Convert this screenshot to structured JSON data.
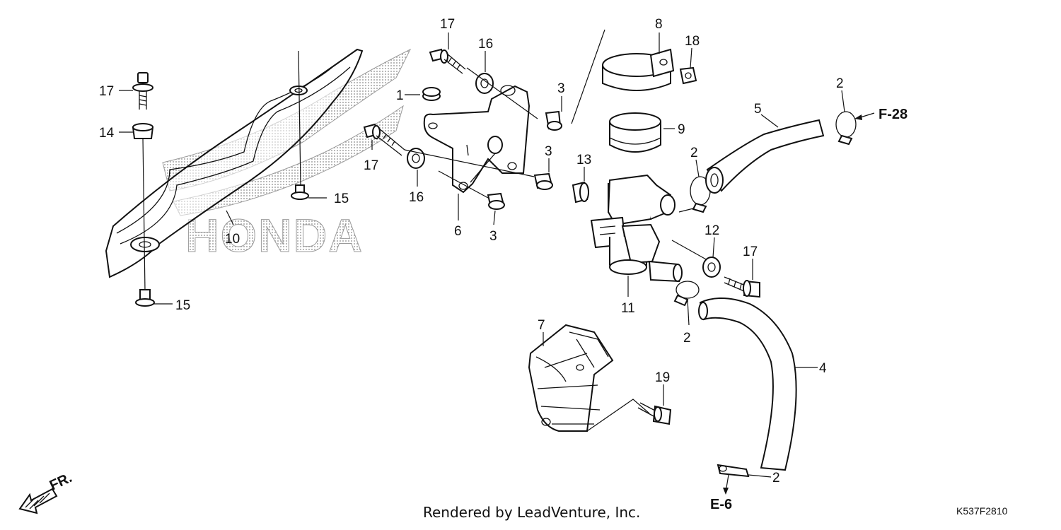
{
  "diagram": {
    "watermark": "HONDA",
    "credit": "Rendered by LeadVenture, Inc.",
    "diagram_code": "K537F2810",
    "direction_label": "FR.",
    "refs": {
      "f28": "F-28",
      "e6": "E-6"
    },
    "callouts": {
      "c1": "1",
      "c2a": "2",
      "c2b": "2",
      "c2c": "2",
      "c2d": "2",
      "c3a": "3",
      "c3b": "3",
      "c3c": "3",
      "c4": "4",
      "c5": "5",
      "c6": "6",
      "c7": "7",
      "c8": "8",
      "c9": "9",
      "c10": "10",
      "c11": "11",
      "c12": "12",
      "c13": "13",
      "c14": "14",
      "c15a": "15",
      "c15b": "15",
      "c16a": "16",
      "c16b": "16",
      "c17a": "17",
      "c17b": "17",
      "c17c": "17",
      "c17d": "17",
      "c18": "18",
      "c19": "19"
    }
  },
  "colors": {
    "line": "#111111",
    "watermark": "#9a9a9a",
    "background": "#ffffff"
  }
}
